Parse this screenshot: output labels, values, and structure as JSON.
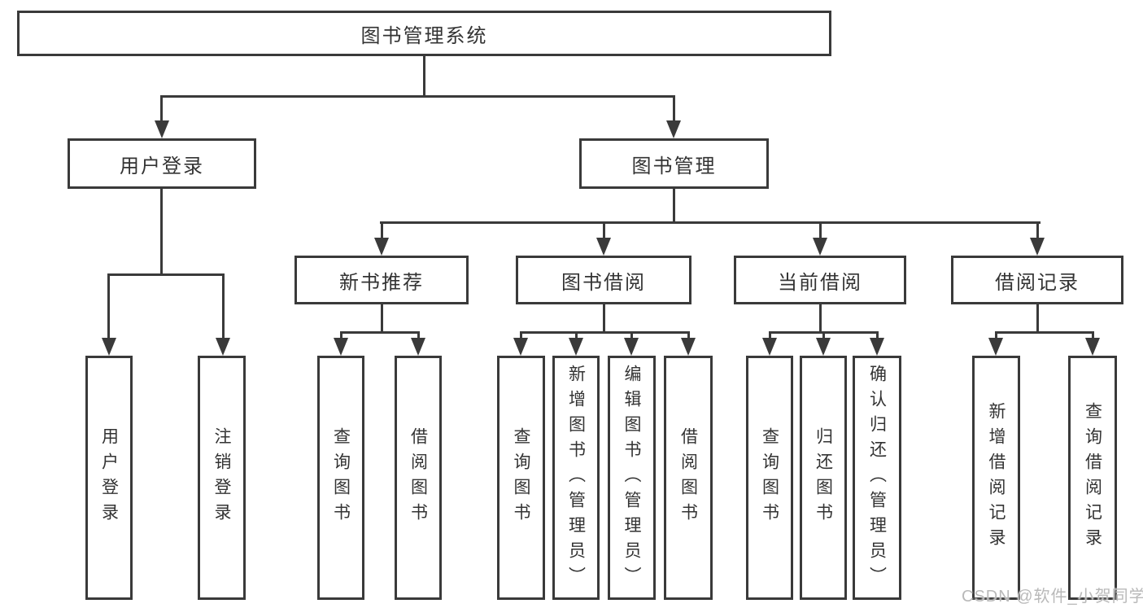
{
  "tree": {
    "root": {
      "label": "图书管理系统"
    },
    "level2": [
      {
        "label": "用户登录"
      },
      {
        "label": "图书管理"
      }
    ],
    "level3": [
      {
        "label": "新书推荐"
      },
      {
        "label": "图书借阅"
      },
      {
        "label": "当前借阅"
      },
      {
        "label": "借阅记录"
      }
    ],
    "leaves": {
      "login": [
        {
          "label": "用户登录"
        },
        {
          "label": "注销登录"
        }
      ],
      "new_book": [
        {
          "label": "查询图书"
        },
        {
          "label": "借阅图书"
        }
      ],
      "book_borrow": [
        {
          "label": "查询图书"
        },
        {
          "label": "新增图书（管理员）"
        },
        {
          "label": "编辑图书（管理员）"
        },
        {
          "label": "借阅图书"
        }
      ],
      "current_borrow": [
        {
          "label": "查询图书"
        },
        {
          "label": "归还图书"
        },
        {
          "label": "确认归还（管理员）"
        }
      ],
      "borrow_records": [
        {
          "label": "新增借阅记录"
        },
        {
          "label": "查询借阅记录"
        }
      ]
    }
  },
  "watermark": {
    "text": "CSDN @软件_小贺同学"
  },
  "colors": {
    "line": "#3a3a3a",
    "text": "#333333",
    "watermark": "#b9b9b9",
    "background": "#ffffff"
  }
}
